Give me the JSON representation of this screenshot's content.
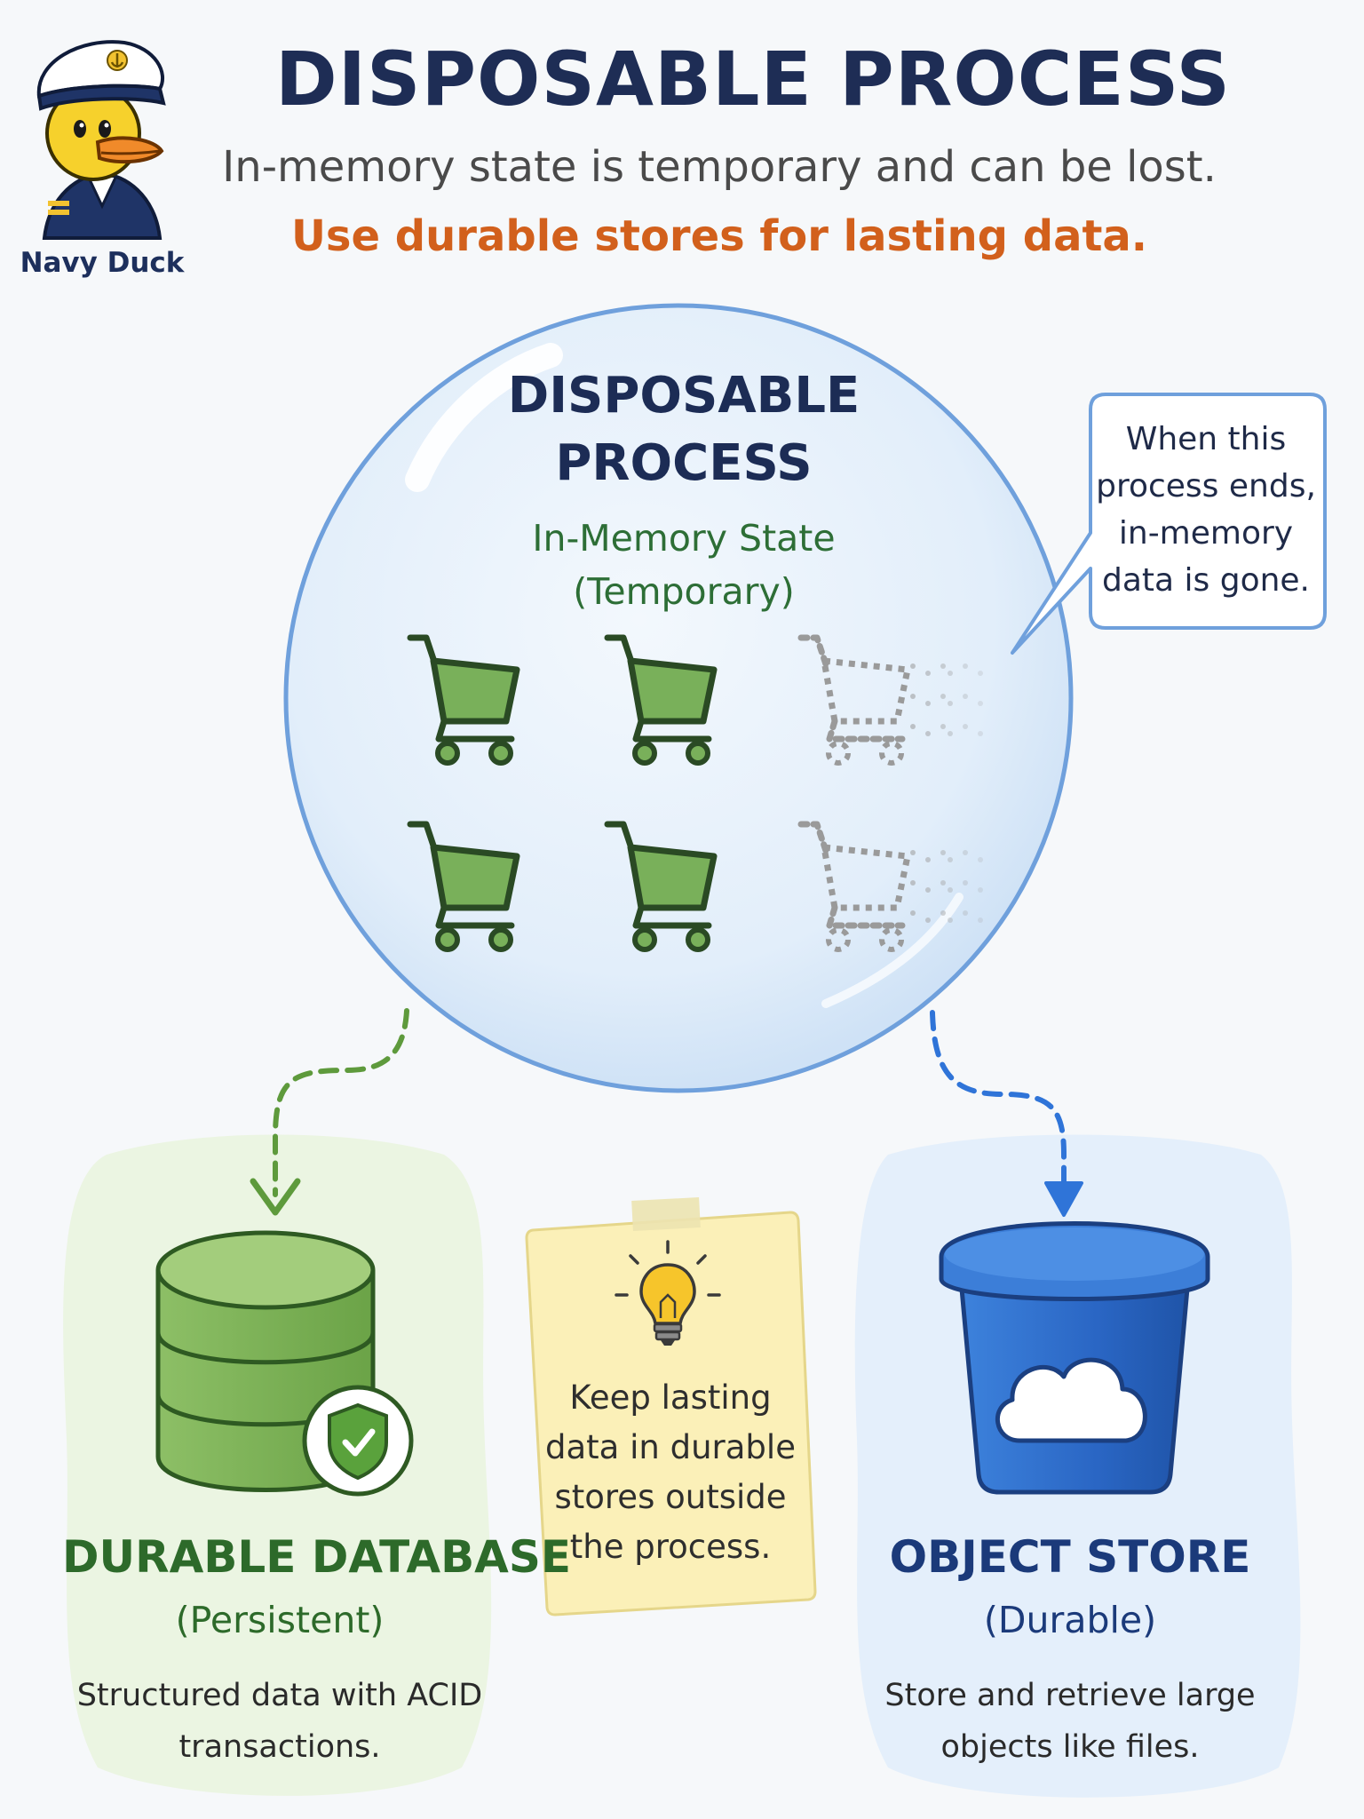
{
  "header": {
    "mascot_label": "Navy Duck",
    "title": "DISPOSABLE PROCESS",
    "subtitle_line1": "In-memory state is temporary and can be lost.",
    "subtitle_line2": "Use durable stores for lasting data."
  },
  "bubble": {
    "title": "DISPOSABLE PROCESS",
    "subtitle": "In-Memory State (Temporary)",
    "carts": [
      {
        "state": "solid"
      },
      {
        "state": "solid"
      },
      {
        "state": "fading"
      },
      {
        "state": "solid"
      },
      {
        "state": "solid"
      },
      {
        "state": "fading"
      }
    ]
  },
  "callout": {
    "text": "When this process ends, in-memory data is gone."
  },
  "note": {
    "text": "Keep lasting data in durable stores outside the process.",
    "icon": "lightbulb-icon"
  },
  "database": {
    "title": "DURABLE DATABASE",
    "subtitle": "(Persistent)",
    "description": "Structured data with ACID transactions.",
    "icon": "database-shield-icon"
  },
  "object_store": {
    "title": "OBJECT STORE",
    "subtitle": "(Durable)",
    "description": "Store and retrieve large objects like files.",
    "icon": "cloud-bucket-icon"
  },
  "colors": {
    "navy": "#1e2d55",
    "orange": "#d2601c",
    "green": "#6fa84f",
    "blue": "#2f6fd1",
    "bubble_border": "#6fa0dc",
    "note_bg": "#fbf0b8"
  }
}
